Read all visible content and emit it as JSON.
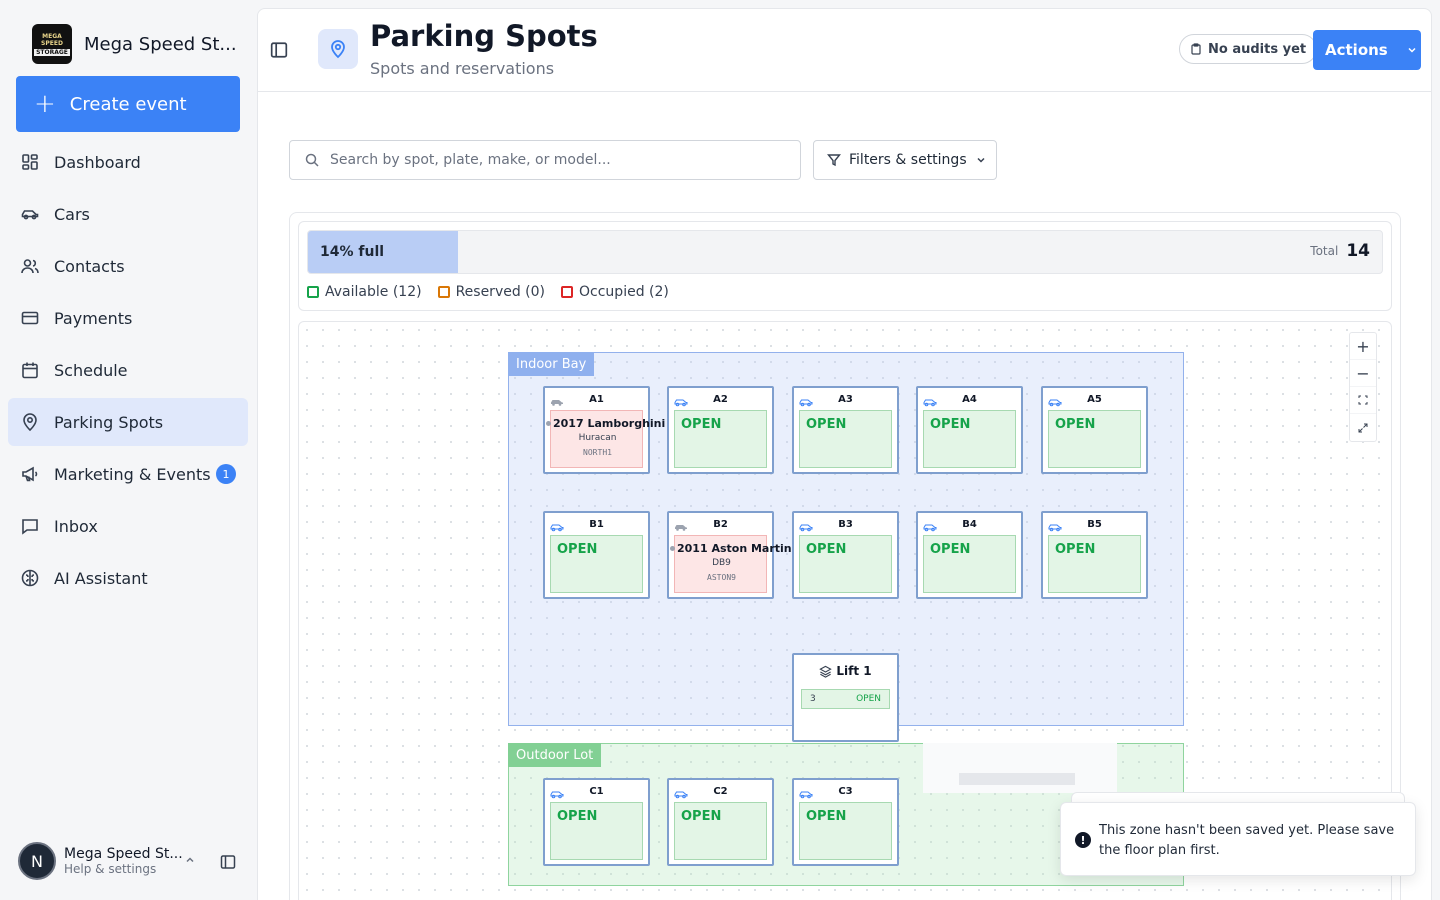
{
  "sidebar": {
    "brand_name": "Mega Speed St...",
    "logo_line1": "MEGA SPEED",
    "logo_line2": "STORAGE",
    "create_label": "Create event",
    "items": [
      {
        "label": "Dashboard",
        "icon": "dashboard-icon"
      },
      {
        "label": "Cars",
        "icon": "car-icon"
      },
      {
        "label": "Contacts",
        "icon": "users-icon"
      },
      {
        "label": "Payments",
        "icon": "credit-card-icon"
      },
      {
        "label": "Schedule",
        "icon": "calendar-icon"
      },
      {
        "label": "Parking Spots",
        "icon": "map-pin-icon",
        "active": true
      },
      {
        "label": "Marketing & Events",
        "icon": "megaphone-icon",
        "badge": "1"
      },
      {
        "label": "Inbox",
        "icon": "message-icon"
      },
      {
        "label": "AI Assistant",
        "icon": "brain-icon"
      }
    ],
    "user": {
      "initial": "N",
      "name": "Mega Speed St...",
      "sub": "Help & settings"
    }
  },
  "header": {
    "title": "Parking Spots",
    "subtitle": "Spots and reservations",
    "audits_label": "No audits yet",
    "actions_label": "Actions"
  },
  "toolbar": {
    "search_placeholder": "Search by spot, plate, make, or model...",
    "filters_label": "Filters & settings"
  },
  "stats": {
    "fill_label": "14% full",
    "fill_fraction": 0.14,
    "total_label": "Total",
    "total_value": "14",
    "available": "Available (12)",
    "reserved": "Reserved (0)",
    "occupied": "Occupied (2)"
  },
  "colors": {
    "accent": "#3b82f6",
    "available": "#16a34a",
    "reserved": "#d97706",
    "occupied": "#dc2626"
  },
  "zones": {
    "indoor": "Indoor Bay",
    "outdoor": "Outdoor Lot"
  },
  "spots": {
    "A1": {
      "label": "A1",
      "line1": "2017 Lamborghini",
      "line2": "Huracan",
      "line3": "NORTH1"
    },
    "A2": {
      "label": "A2",
      "status": "OPEN"
    },
    "A3": {
      "label": "A3",
      "status": "OPEN"
    },
    "A4": {
      "label": "A4",
      "status": "OPEN"
    },
    "A5": {
      "label": "A5",
      "status": "OPEN"
    },
    "B1": {
      "label": "B1",
      "status": "OPEN"
    },
    "B2": {
      "label": "B2",
      "line1": "2011 Aston Martin",
      "line2": "DB9",
      "line3": "ASTON9"
    },
    "B3": {
      "label": "B3",
      "status": "OPEN"
    },
    "B4": {
      "label": "B4",
      "status": "OPEN"
    },
    "B5": {
      "label": "B5",
      "status": "OPEN"
    },
    "C1": {
      "label": "C1",
      "status": "OPEN"
    },
    "C2": {
      "label": "C2",
      "status": "OPEN"
    },
    "C3": {
      "label": "C3",
      "status": "OPEN"
    }
  },
  "lift": {
    "label": "Lift 1",
    "slot_number": "3",
    "slot_status": "OPEN"
  },
  "zoom": {
    "in": "+",
    "out": "−"
  },
  "toast": {
    "message": "This zone hasn't been saved yet. Please save the floor plan first."
  }
}
